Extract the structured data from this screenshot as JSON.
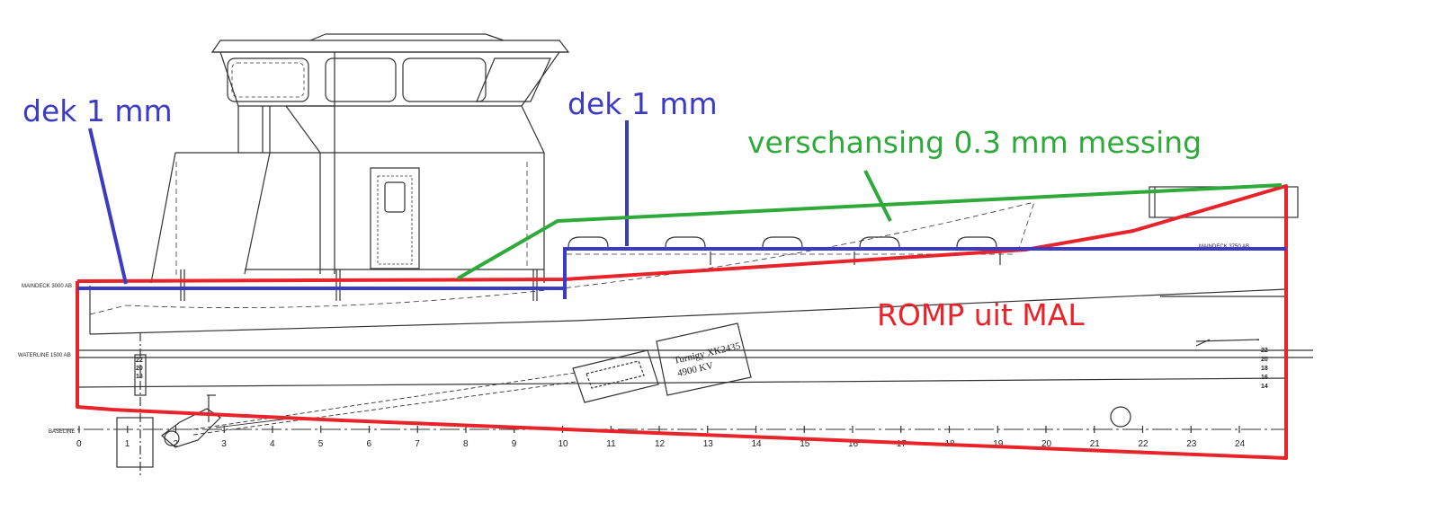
{
  "annotations": {
    "dek_left": "dek 1 mm",
    "dek_right": "dek 1 mm",
    "verschansing": "verschansing 0.3 mm messing",
    "romp": "ROMP uit MAL"
  },
  "drawing_labels": {
    "maindeck_left": "MAINDECK 3000 AB",
    "maindeck_right": "MAINDECK 3750 AB",
    "waterline": "WATERLINE 1500 AB",
    "baseline": "BASELINE",
    "motor_line1": "Turnigy XK2435",
    "motor_line2": "4900 KV"
  },
  "frame_numbers": [
    "0",
    "1",
    "2",
    "3",
    "4",
    "5",
    "6",
    "7",
    "8",
    "9",
    "10",
    "11",
    "12",
    "13",
    "14",
    "15",
    "16",
    "17",
    "18",
    "19",
    "20",
    "21",
    "22",
    "23",
    "24"
  ],
  "waterline_marks": [
    "22",
    "20",
    "18",
    "16",
    "14"
  ],
  "rudder_marks": [
    "22",
    "20",
    "18"
  ],
  "colors": {
    "deck": "#3b3bc4",
    "bulwark": "#2eaa3a",
    "hull": "#e8242a",
    "drawing": "#333333"
  }
}
